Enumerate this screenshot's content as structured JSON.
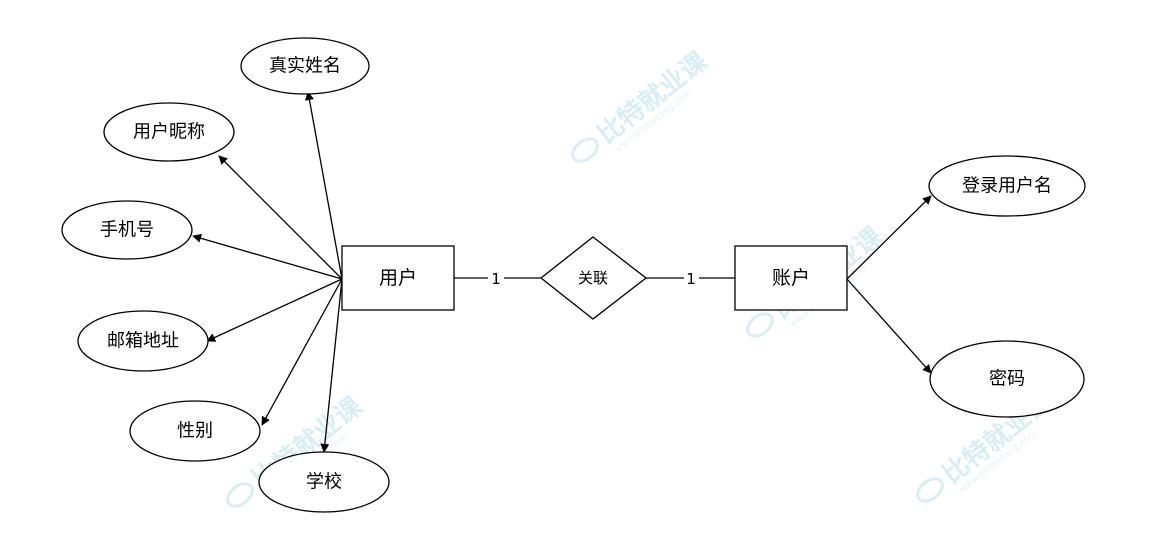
{
  "watermark": {
    "text": "比特就业课",
    "sub": "www.biteketang.com"
  },
  "entities": {
    "user": "用户",
    "account": "账户"
  },
  "relationship": {
    "label": "关联",
    "card_left": "1",
    "card_right": "1"
  },
  "user_attributes": {
    "real_name": "真实姓名",
    "nickname": "用户昵称",
    "phone": "手机号",
    "email": "邮箱地址",
    "gender": "性别",
    "school": "学校"
  },
  "account_attributes": {
    "login_name": "登录用户名",
    "password": "密码"
  }
}
